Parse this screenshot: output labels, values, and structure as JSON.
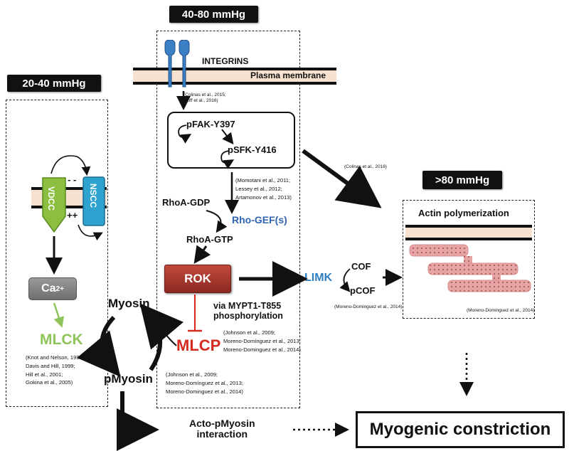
{
  "pressure_labels": {
    "p20_40": "20-40 mmHg",
    "p40_80": "40-80 mmHg",
    "p80": ">80 mmHg"
  },
  "membrane": {
    "integrins": "INTEGRINS",
    "plasma_membrane": "Plasma membrane"
  },
  "channels": {
    "vdcc": "VDCC",
    "nscc": "NSCC",
    "minus": "- -",
    "plus": "++"
  },
  "nodes": {
    "ca_base": "Ca",
    "ca_sup": "2+",
    "mlck": "MLCK",
    "myosin": "Myosin",
    "pmyosin": "pMyosin",
    "pfak": "pFAK-Y397",
    "psfk": "pSFK-Y416",
    "rhoa_gdp": "RhoA-GDP",
    "rho_gef": "Rho-GEF(s)",
    "rhoa_gtp": "RhoA-GTP",
    "rok": "ROK",
    "via_line1": "via MYPT1-T855",
    "via_line2": "phosphorylation",
    "mlcp": "MLCP",
    "limk": "LIMK",
    "cof": "COF",
    "pcof": "pCOF",
    "actin_poly": "Actin polymerization",
    "acto_line1": "Acto-pMyosin",
    "acto_line2": "interaction",
    "myogenic": "Myogenic constriction"
  },
  "citations": {
    "colinas_muff_1": "(Colinas et al., 2015;",
    "colinas_muff_2": "Muff et al., 2016)",
    "momotani_1": "(Momotani et al., 2011;",
    "momotani_2": "Lessey et al., 2012;",
    "momotani_3": "Artamonov et al., 2013)",
    "colinas_2016": "(Colinas et al., 2016)",
    "moreno_2014a": "(Moreno-Dominguez et al., 2014)",
    "moreno_2014b": "(Moreno-Dominguez et al., 2014)",
    "johnson_a_1": "(Johnson et al., 2009;",
    "johnson_a_2": "Moreno-Domínguez et al., 2013;",
    "johnson_a_3": "Moreno-Dominguez et al., 2014)",
    "johnson_b_1": "(Johnson et al., 2009;",
    "johnson_b_2": "Moreno-Domínguez et al., 2013;",
    "johnson_b_3": "Moreno-Dominguez et al., 2014)",
    "knot_1": "(Knot and Nelson, 1998;",
    "knot_2": "Davis and Hill, 1999;",
    "knot_3": "Hill et al., 2001;",
    "knot_4": "Gokina et al., 2005)"
  },
  "colors": {
    "vdcc_green": "#8cbf3f",
    "nscc_blue": "#2fa3cf",
    "integrin_blue": "#3b7fc4",
    "rok_red": "#a3352b",
    "mlcp_red": "#d42a1f",
    "mlck_green": "#8fc45a",
    "rho_gef_blue": "#2f65b3",
    "limk_blue": "#2f7fc1",
    "actin_pink": "#e8a4a4",
    "membrane_fill": "#f7e2cf"
  }
}
